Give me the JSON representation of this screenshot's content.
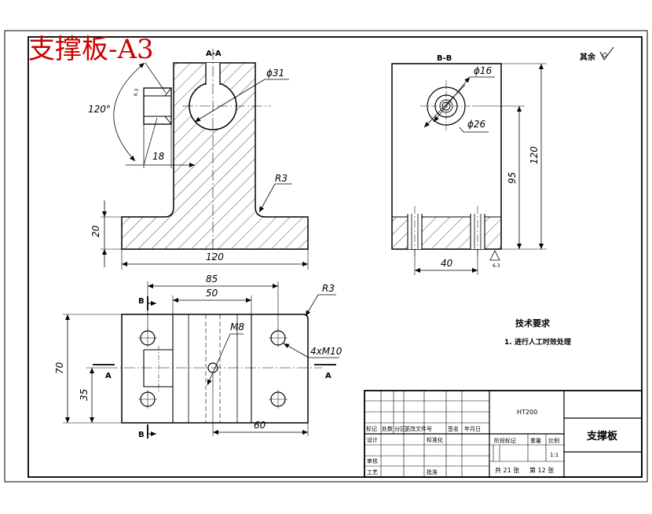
{
  "title_stamp": "支撑板-A3",
  "section_labels": {
    "aa": "A-A",
    "bb": "B-B",
    "a_left": "A",
    "a_right": "A",
    "b_top": "B",
    "b_bottom": "B"
  },
  "surface_note": "其余",
  "roughness_values": {
    "counterbore": "6.3",
    "bb_bottom": "6.3"
  },
  "dimensions": {
    "phi31": "ϕ31",
    "angle120": "120°",
    "d18": "18",
    "r3_front": "R3",
    "d20": "20",
    "d120_front": "120",
    "phi16": "ϕ16",
    "phi26": "ϕ26",
    "d120_side": "120",
    "d95": "95",
    "d40": "40",
    "d85": "85",
    "d50": "50",
    "r3_top": "R3",
    "m8": "M8",
    "m10": "4xM10",
    "d70": "70",
    "d35": "35",
    "d60": "60"
  },
  "tech_requirements": {
    "heading": "技术要求",
    "item1": "1. 进行人工时效处理"
  },
  "title_block": {
    "material": "HT200",
    "part_name": "支撑板",
    "header_row": [
      "标记",
      "处数",
      "分区",
      "更改文件号",
      "签名",
      "年月日"
    ],
    "design": "设计",
    "standardize": "标准化",
    "check": "审核",
    "process": "工艺",
    "approve": "批准",
    "stage_mark": "阶段标记",
    "weight": "重量",
    "scale": "比例",
    "scale_value": "1:1",
    "sheets": "共 21 张",
    "sheet_no": "第 12 张"
  }
}
